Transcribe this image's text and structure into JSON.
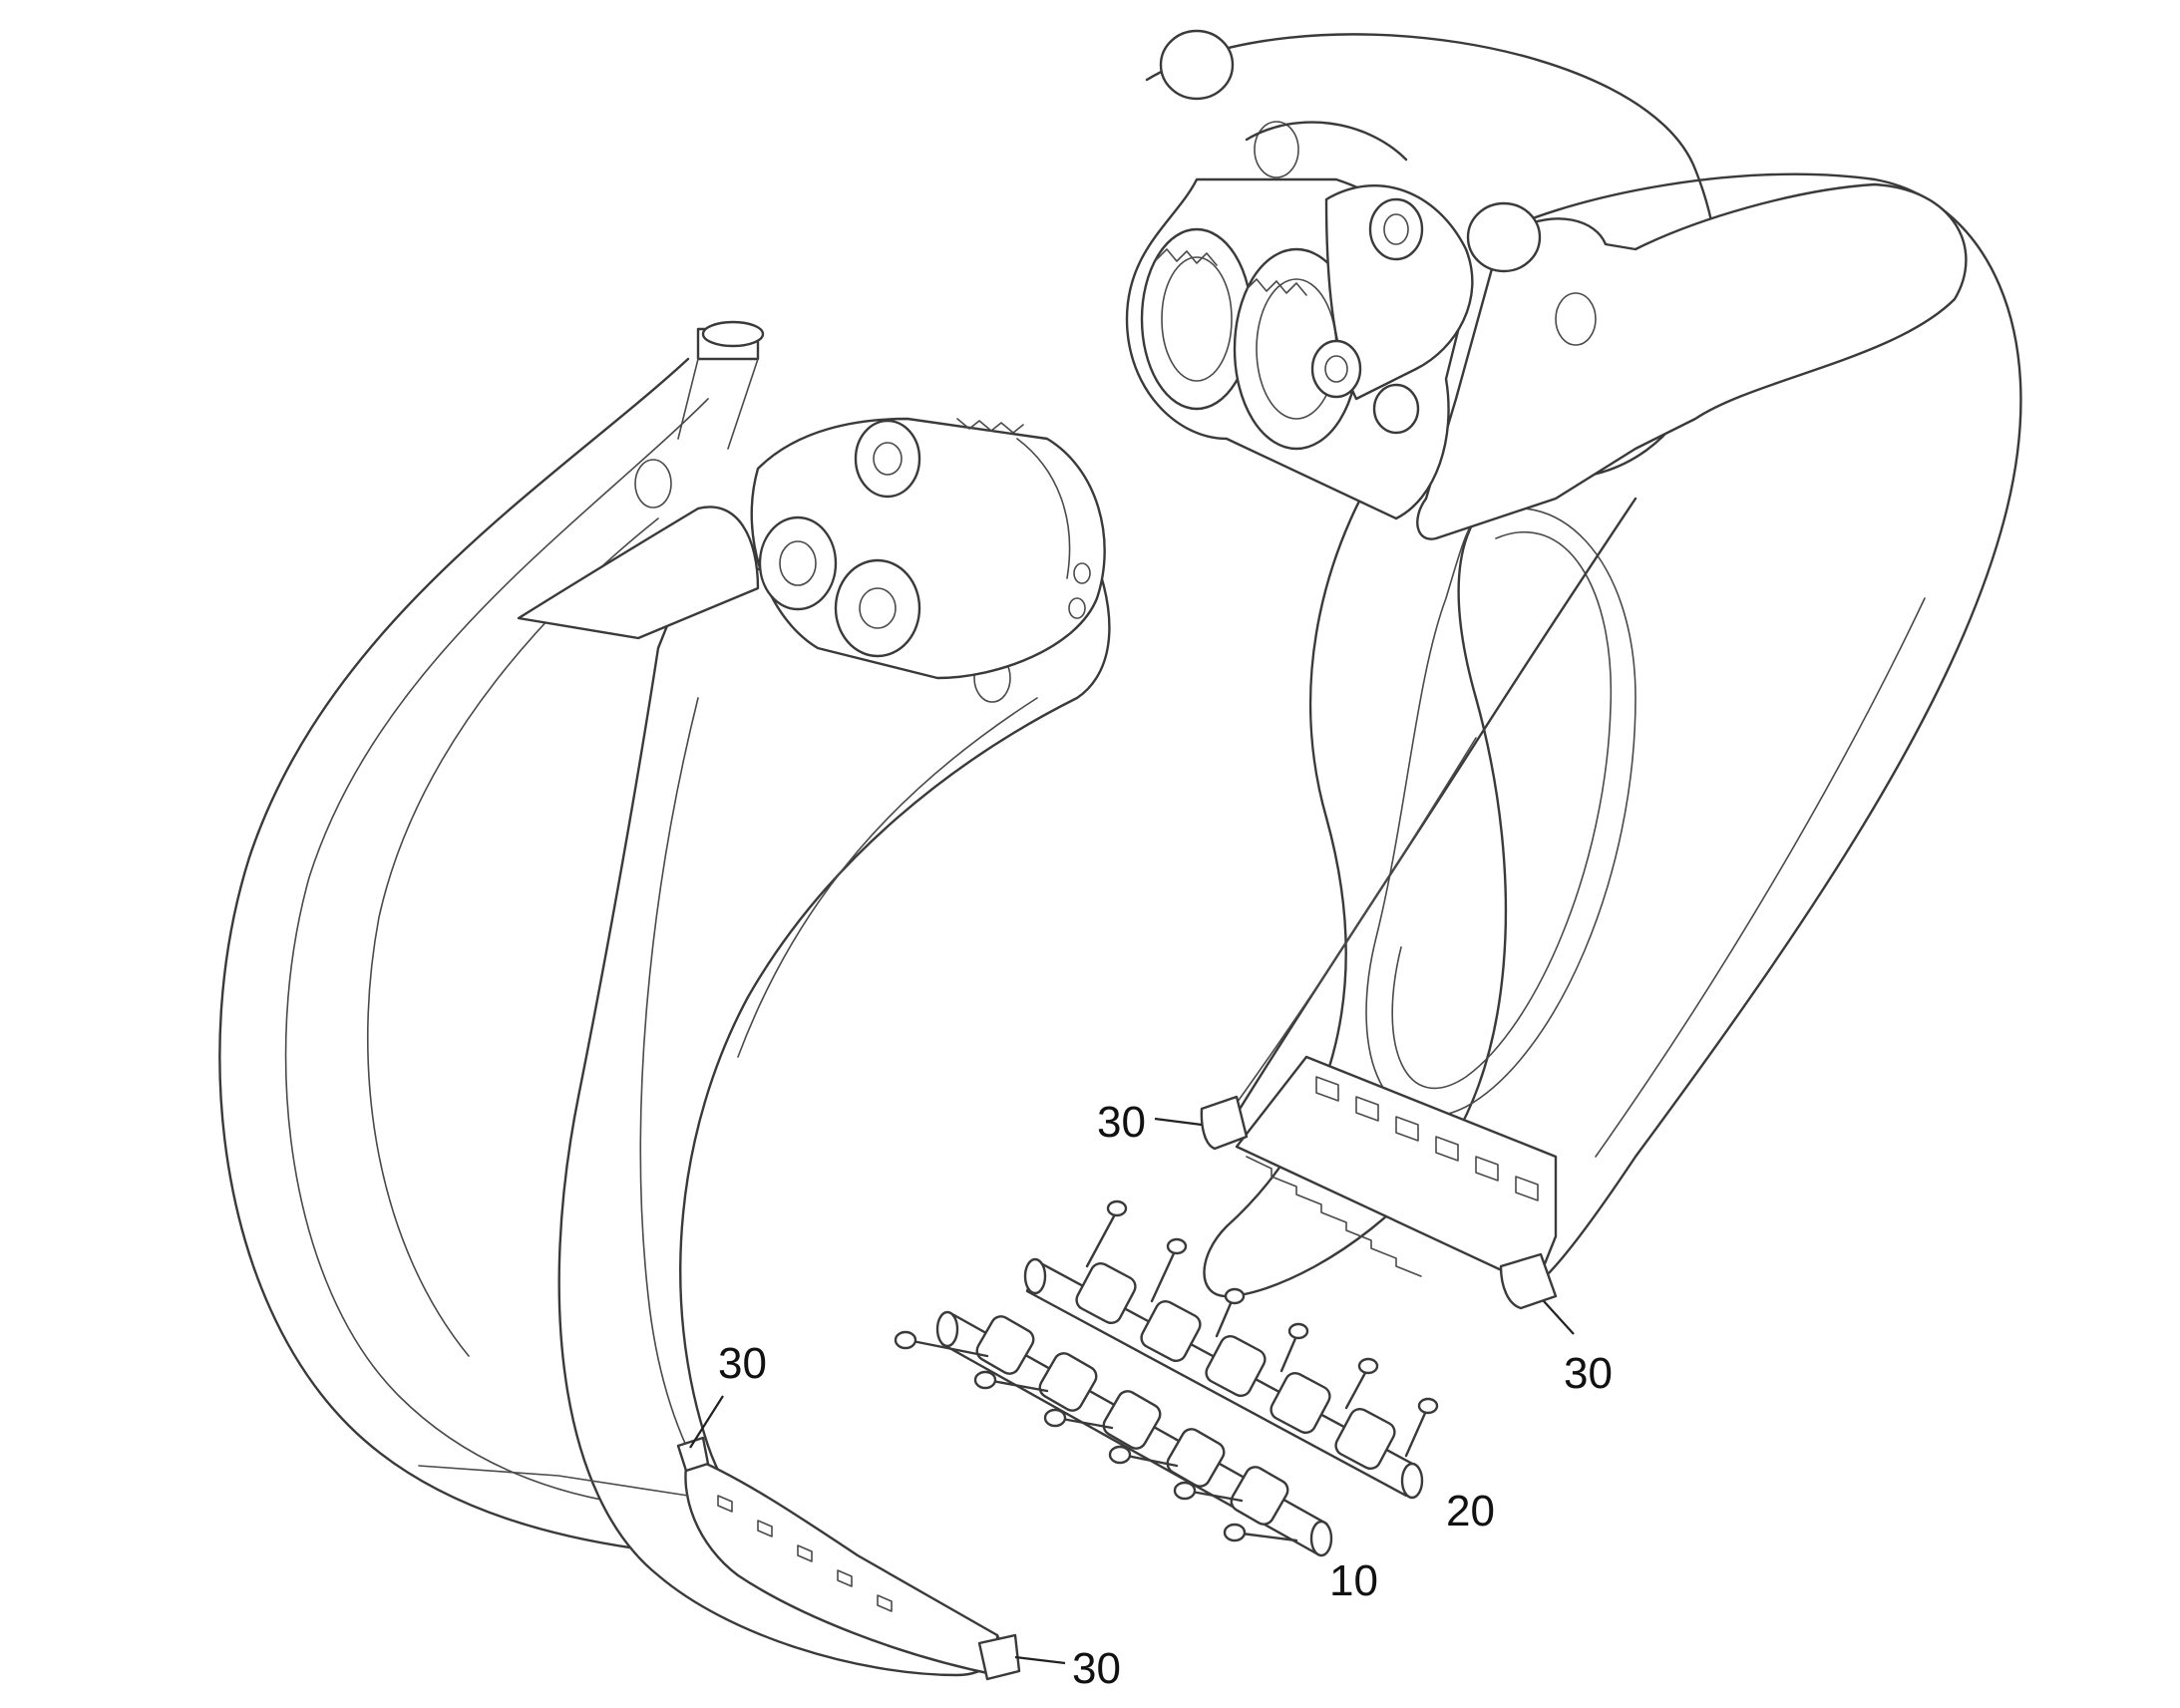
{
  "diagram": {
    "callouts": {
      "c30_right_top": "30",
      "c30_right_bottom": "30",
      "c30_left_top": "30",
      "c30_left_bottom": "30",
      "c20": "20",
      "c10": "10"
    }
  }
}
